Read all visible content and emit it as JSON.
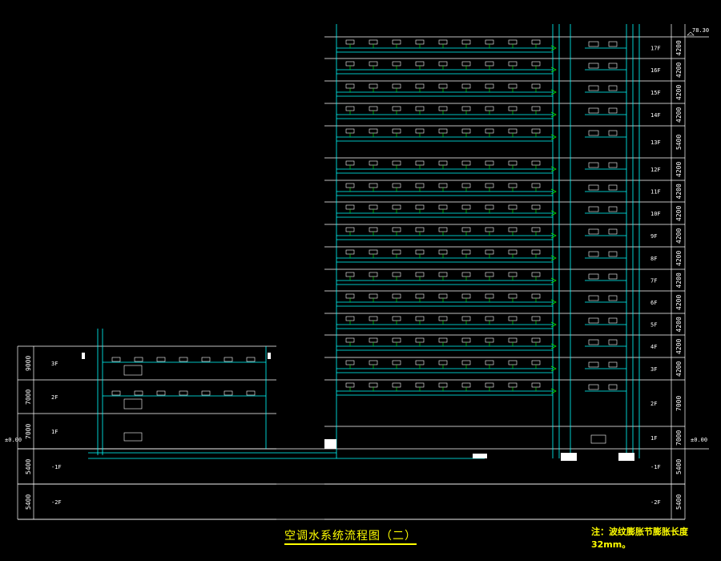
{
  "title": "空调水系统流程图（二）",
  "note": "注：波纹膨胀节膨胀长度32mm。",
  "elevation_top": "78.30",
  "elevation_zero_left": "±0.00",
  "elevation_zero_right": "±0.00",
  "tower": {
    "floors": [
      {
        "label": "17F",
        "dim": "4200"
      },
      {
        "label": "16F",
        "dim": "4200"
      },
      {
        "label": "15F",
        "dim": "4200"
      },
      {
        "label": "14F",
        "dim": "4200"
      },
      {
        "label": "13F",
        "dim": "5400"
      },
      {
        "label": "12F",
        "dim": "4200"
      },
      {
        "label": "11F",
        "dim": "4200"
      },
      {
        "label": "10F",
        "dim": "4200"
      },
      {
        "label": "9F",
        "dim": "4200"
      },
      {
        "label": "8F",
        "dim": "4200"
      },
      {
        "label": "7F",
        "dim": "4200"
      },
      {
        "label": "6F",
        "dim": "4200"
      },
      {
        "label": "5F",
        "dim": "4200"
      },
      {
        "label": "4F",
        "dim": "4200"
      },
      {
        "label": "3F",
        "dim": "4200"
      },
      {
        "label": "2F",
        "dim": "7000"
      },
      {
        "label": "1F",
        "dim": "7000"
      },
      {
        "label": "-1F",
        "dim": "5400"
      },
      {
        "label": "-2F",
        "dim": "5400"
      }
    ]
  },
  "podium": {
    "floors": [
      {
        "label": "3F",
        "dim": "9000"
      },
      {
        "label": "2F",
        "dim": "7000"
      },
      {
        "label": "1F",
        "dim": "7000"
      },
      {
        "label": "-1F",
        "dim": "5400"
      },
      {
        "label": "-2F",
        "dim": "5400"
      }
    ]
  },
  "colors": {
    "background": "#000000",
    "floor_line": "#ffffff",
    "pipe": "#00ffff",
    "valve": "#00ff00",
    "text": "#ffffff",
    "title": "#ffff00"
  }
}
